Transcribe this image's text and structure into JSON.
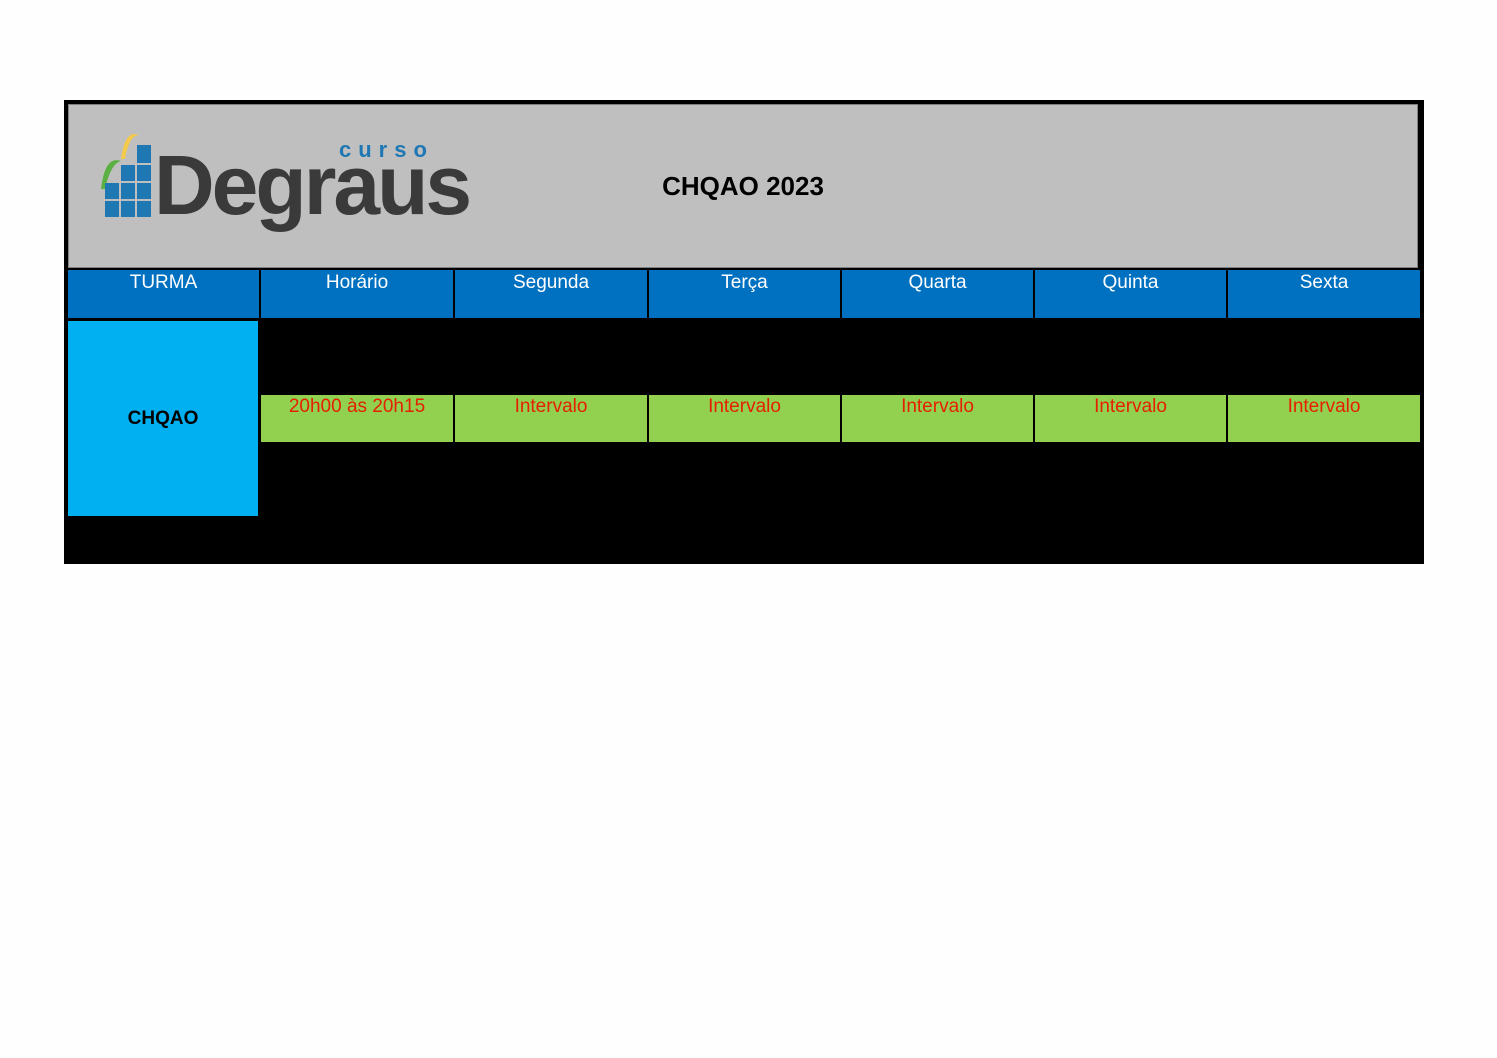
{
  "logo": {
    "small_text": "curso",
    "main_text": "Degraus"
  },
  "title": "CHQAO 2023",
  "table": {
    "headers": [
      "TURMA",
      "Horário",
      "Segunda",
      "Terça",
      "Quarta",
      "Quinta",
      "Sexta"
    ],
    "turma": "CHQAO",
    "interval_row": {
      "horario": "20h00 às 20h15",
      "days": [
        "Intervalo",
        "Intervalo",
        "Intervalo",
        "Intervalo",
        "Intervalo"
      ]
    }
  },
  "colors": {
    "banner_bg": "#bfbfbf",
    "header_bg": "#0070c0",
    "turma_bg": "#00b0f0",
    "interval_bg": "#92d050",
    "interval_text": "#e52000"
  }
}
